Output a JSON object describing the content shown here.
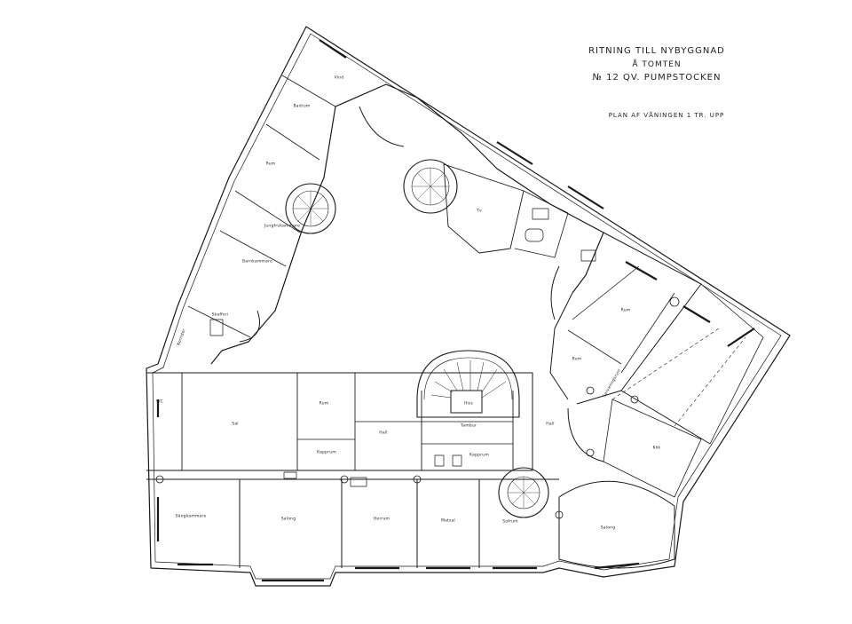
{
  "title": {
    "line1": "RITNING TILL NYBYGGNAD",
    "line2": "Å TOMTEN",
    "line3": "№ 12 QV. PUMPSTOCKEN",
    "line4": "PLAN AF VÅNINGEN 1 TR. UPP"
  },
  "rooms": {
    "sal": "Sal",
    "salong": "Salong",
    "sangkammare": "Sängkammare",
    "herrum": "Herrum",
    "matsal": "Matsal",
    "sofrum": "Sofrum",
    "rum": "Rum",
    "kapprum": "Kapprum",
    "tamburr": "Tambur",
    "hall": "Hall",
    "kok": "Kök",
    "jungfrukammare": "Jungfrukammare",
    "serveringsrum": "Serveringsrum",
    "barnkammare": "Barnkammare",
    "skafferi": "Skafferi",
    "badrum": "Badrum",
    "vind": "Vind",
    "wc": "WC",
    "tv": "Tv",
    "hiss": "Hiss",
    "korridor": "Korridor"
  }
}
